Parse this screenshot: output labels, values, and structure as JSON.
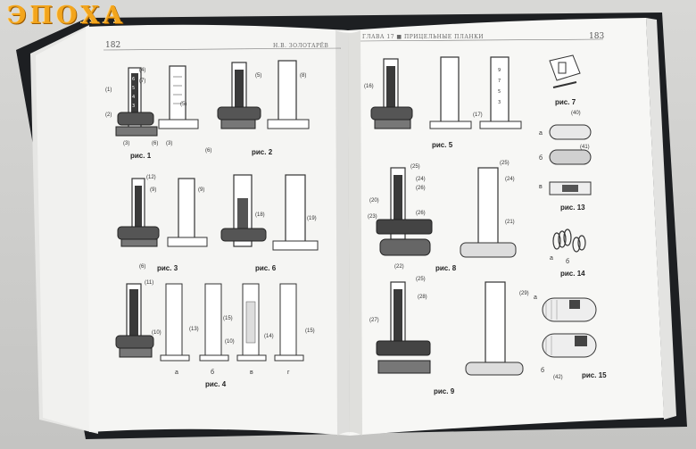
{
  "logo": "ЭПОХА",
  "left_page": {
    "page_number": "182",
    "running_header": "Н.В. ЗОЛОТАРЁВ",
    "figures": [
      {
        "caption": "рис. 1",
        "labels": [
          "(4)",
          "(7)",
          "(1)",
          "(5)",
          "(2)",
          "(3)",
          "(6)",
          "(3)"
        ]
      },
      {
        "caption": "рис. 2",
        "labels": [
          "(5)",
          "(8)",
          "(6)"
        ]
      },
      {
        "caption": "рис. 3",
        "labels": [
          "(12)",
          "(9)",
          "(9)",
          "(6)"
        ]
      },
      {
        "caption": "рис. 6",
        "labels": [
          "(18)",
          "(19)"
        ]
      },
      {
        "caption": "рис. 4",
        "labels": [
          "(11)",
          "(10)",
          "(13)",
          "(15)",
          "(10)",
          "(14)",
          "(15)"
        ],
        "sub": [
          "а",
          "б",
          "в",
          "г"
        ]
      }
    ]
  },
  "right_page": {
    "page_number": "183",
    "running_header": "ГЛАВА 17 ■ ПРИЦЕЛЬНЫЕ ПЛАНКИ",
    "figures": [
      {
        "caption": "рис. 5",
        "labels": [
          "(16)",
          "(17)"
        ]
      },
      {
        "caption": "рис. 7"
      },
      {
        "caption": "рис. 8",
        "labels": [
          "(25)",
          "(25)",
          "(24)",
          "(26)",
          "(20)",
          "(24)",
          "(23)",
          "(26)",
          "(21)",
          "(22)"
        ]
      },
      {
        "caption": "рис. 13",
        "labels": [
          "(40)",
          "(41)"
        ],
        "sub": [
          "а",
          "б",
          "в"
        ]
      },
      {
        "caption": "рис. 14",
        "sub": [
          "а",
          "б"
        ]
      },
      {
        "caption": "рис. 9",
        "labels": [
          "(25)",
          "(28)",
          "(29)",
          "(27)"
        ]
      },
      {
        "caption": "рис. 15",
        "labels": [
          "(42)"
        ],
        "sub": [
          "а",
          "б"
        ]
      }
    ]
  },
  "colors": {
    "paper": "#f4f4f2",
    "ink": "#2a2a2a",
    "cover": "#1d1f22",
    "logo": "#f3a51c"
  }
}
